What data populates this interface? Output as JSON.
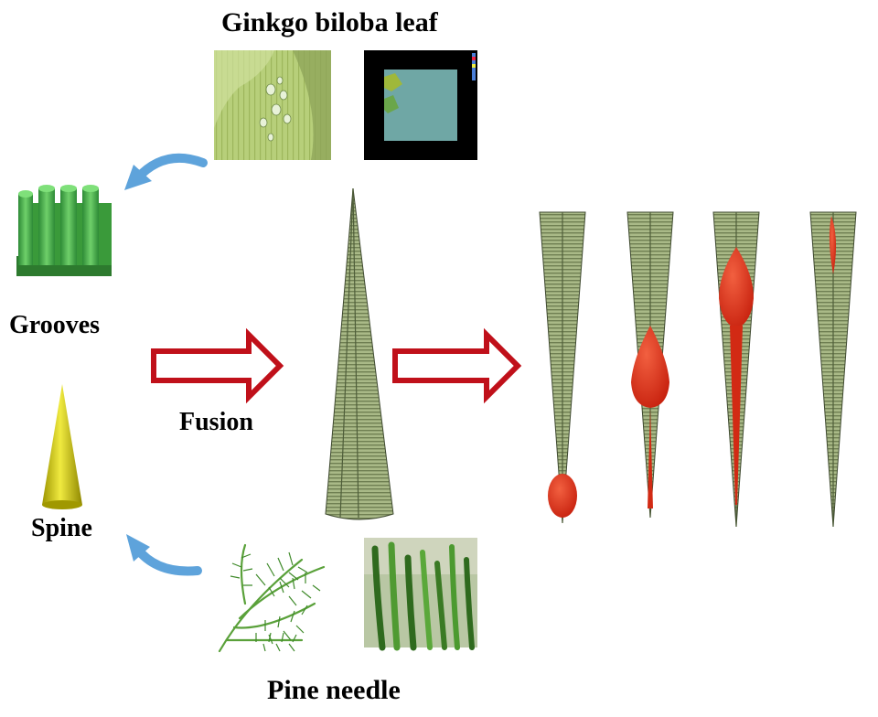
{
  "labels": {
    "top_title": "Ginkgo biloba leaf",
    "bottom_title": "Pine needle",
    "grooves": "Grooves",
    "spine": "Spine",
    "fusion": "Fusion"
  },
  "colors": {
    "arrow_red": "#c0101a",
    "curve_blue": "#5ea3db",
    "groove_green": "#3fae48",
    "spine_yellow": "#d4cc10",
    "cone_green": "#9fb27a",
    "droplet_red": "#e0321e"
  },
  "icons": {
    "photo_ginkgo": "ginkgo-leaf-droplet-photo",
    "photo_ginkgo_scan": "ginkgo-surface-scan-image",
    "photo_pine_branch": "pine-branch-photo",
    "photo_pine_closeup": "pine-needle-closeup-photo"
  },
  "droplet_sequence": {
    "stages": 4,
    "droplet_positions_fraction_from_tip": [
      0.95,
      0.6,
      0.3,
      0.06
    ]
  }
}
